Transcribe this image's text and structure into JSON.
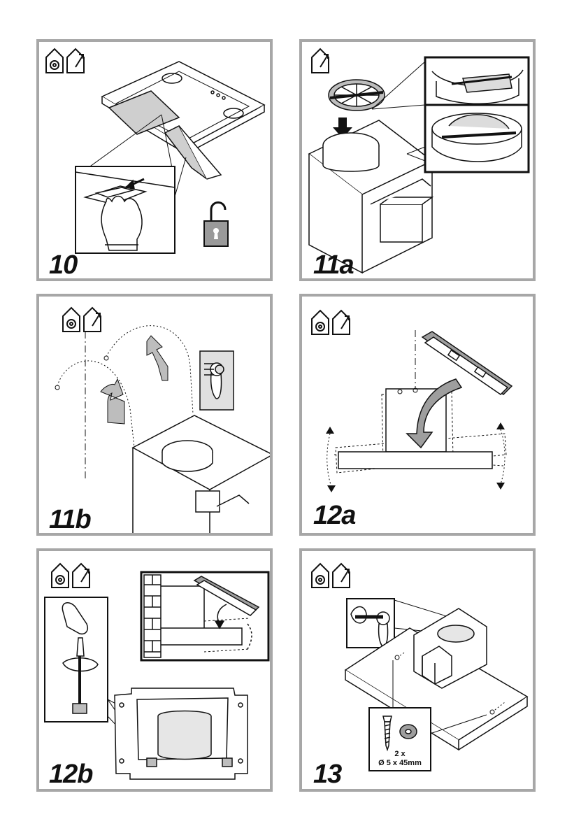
{
  "panels": [
    {
      "step": "10",
      "icons": [
        "recirculation-icon",
        "duct-out-icon"
      ]
    },
    {
      "step": "11a",
      "icons": [
        "duct-out-icon"
      ]
    },
    {
      "step": "11b",
      "icons": [
        "recirculation-icon",
        "duct-out-icon"
      ]
    },
    {
      "step": "12a",
      "icons": [
        "recirculation-icon",
        "duct-out-icon"
      ]
    },
    {
      "step": "12b",
      "icons": [
        "recirculation-icon",
        "duct-out-icon"
      ]
    },
    {
      "step": "13",
      "icons": [
        "recirculation-icon",
        "duct-out-icon"
      ],
      "screw_qty": "2 x",
      "screw_size": "Ø 5 x 45mm"
    }
  ],
  "colors": {
    "frame": "#a7a7a7",
    "ink": "#111111",
    "fill_gray": "#bdbdbd",
    "lock_fill": "#9a9a9a"
  }
}
